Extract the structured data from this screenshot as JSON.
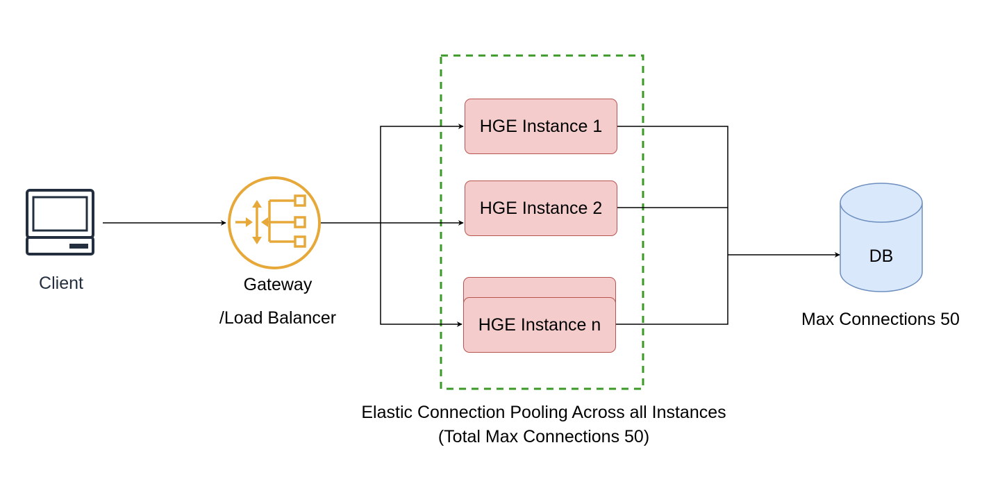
{
  "colors": {
    "instance_fill": "#f4cccc",
    "instance_stroke": "#b85450",
    "db_fill": "#dae8fc",
    "db_stroke": "#6c8ebf",
    "gateway_accent": "#e7a83a",
    "pool_border": "#3b9a26",
    "client_icon": "#232f3e",
    "connector": "#000000"
  },
  "client": {
    "icon": "desktop-computer-icon",
    "label": "Client"
  },
  "gateway": {
    "icon": "load-balancer-icon",
    "label_line1": "Gateway",
    "label_line2": "/Load Balancer"
  },
  "instances": [
    {
      "label": "HGE Instance 1"
    },
    {
      "label": "HGE Instance 2"
    },
    {
      "label": "HGE Instance n",
      "stacked": true
    }
  ],
  "pool": {
    "caption_line1": "Elastic Connection Pooling Across all Instances",
    "caption_line2": "(Total Max Connections 50)"
  },
  "database": {
    "icon": "database-cylinder-icon",
    "label": "DB",
    "caption": "Max Connections 50"
  }
}
